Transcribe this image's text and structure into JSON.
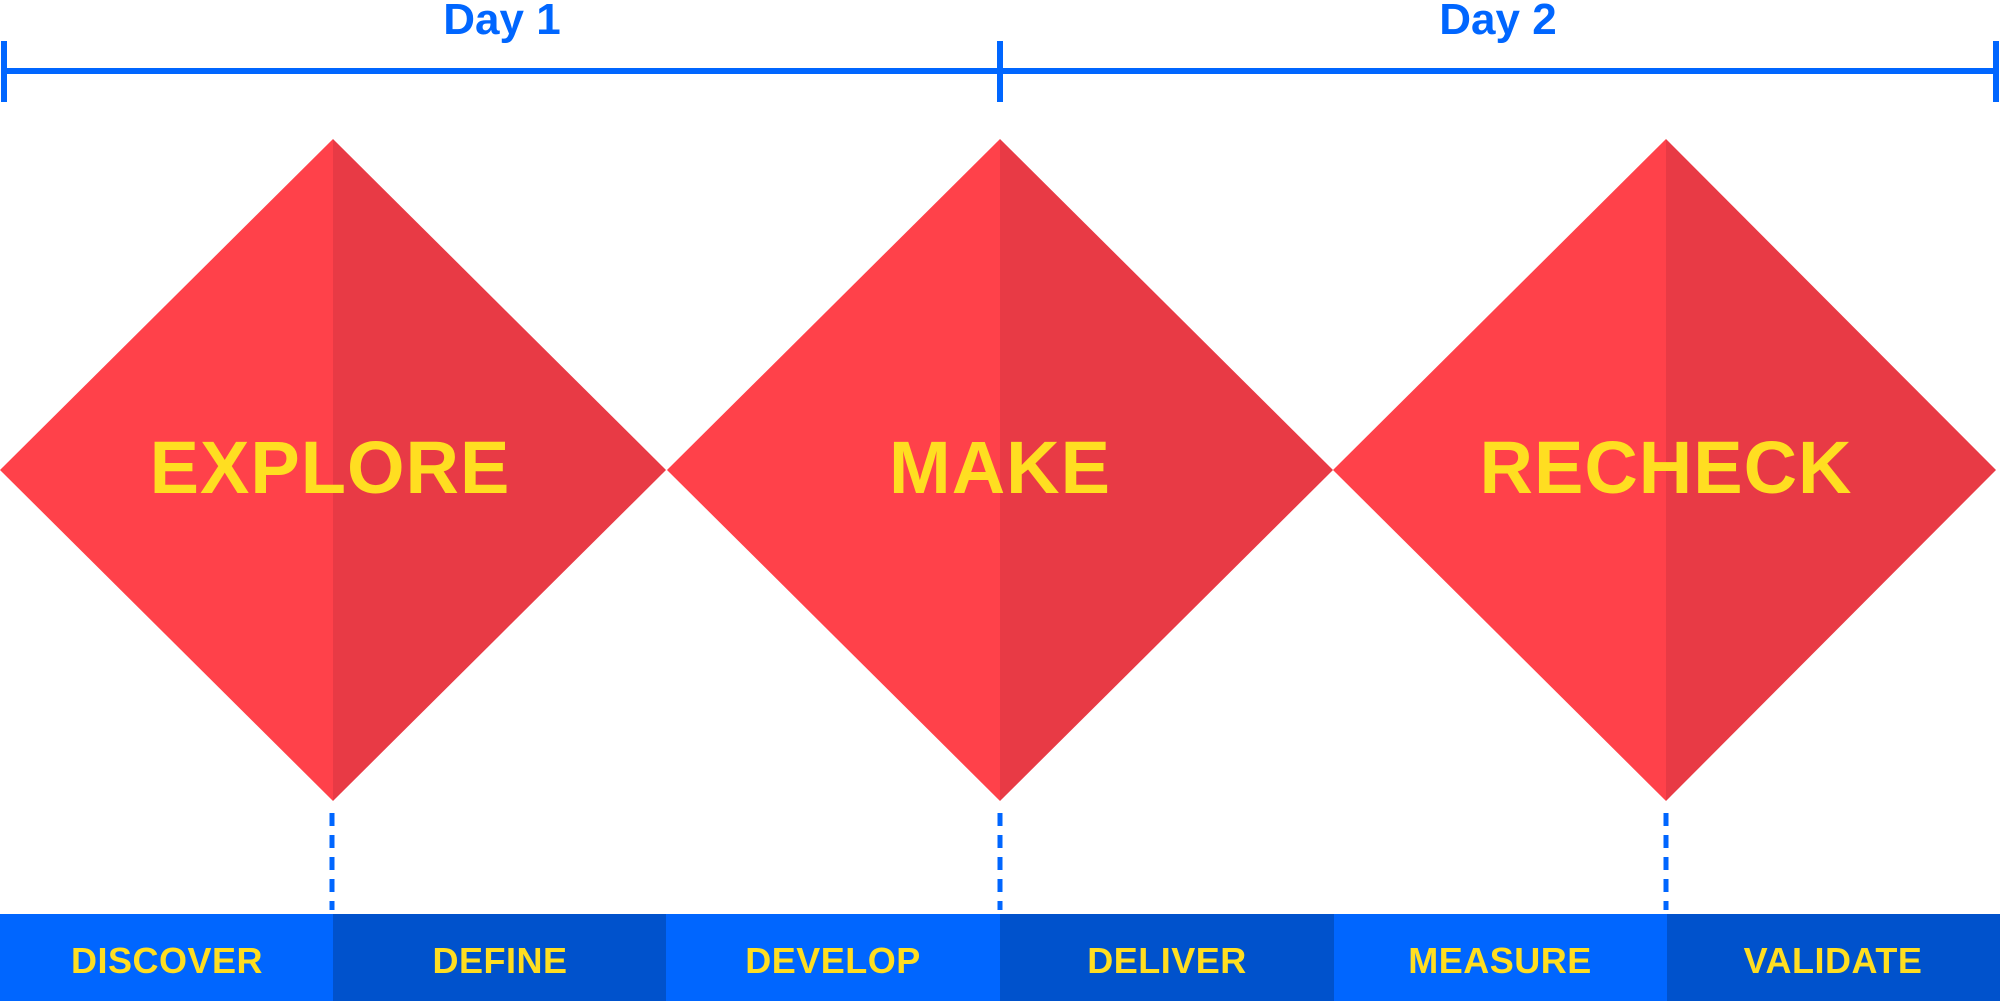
{
  "colors": {
    "blue": "#0066ff",
    "blue_dark": "#0052cc",
    "red": "#ff414a",
    "red_dark": "#e83a45",
    "yellow": "#ffde21"
  },
  "timeline": {
    "days": [
      {
        "label": "Day 1"
      },
      {
        "label": "Day 2"
      }
    ]
  },
  "phases": [
    {
      "label": "EXPLORE"
    },
    {
      "label": "MAKE"
    },
    {
      "label": "RECHECK"
    }
  ],
  "steps": [
    {
      "label": "DISCOVER"
    },
    {
      "label": "DEFINE"
    },
    {
      "label": "DEVELOP"
    },
    {
      "label": "DELIVER"
    },
    {
      "label": "MEASURE"
    },
    {
      "label": "VALIDATE"
    }
  ]
}
